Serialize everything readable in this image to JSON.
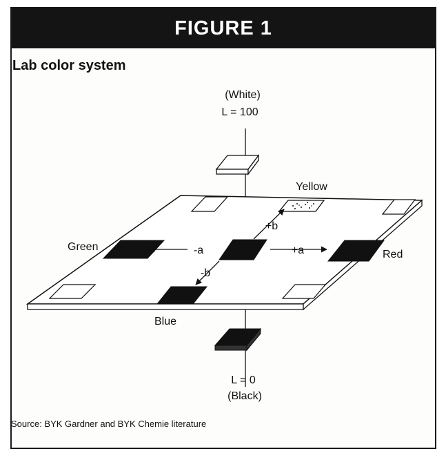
{
  "figure": {
    "banner": "FIGURE 1",
    "title": "Lab color system",
    "source": "Source: BYK Gardner and BYK Chemie literature"
  },
  "axes": {
    "white_label": "(White)",
    "l_max": "L = 100",
    "l_min": "L = 0",
    "black_label": "(Black)",
    "plus_a": "+a",
    "minus_a": "-a",
    "plus_b": "+b",
    "minus_b": "-b"
  },
  "colors": {
    "green": "Green",
    "red": "Red",
    "yellow": "Yellow",
    "blue": "Blue"
  }
}
